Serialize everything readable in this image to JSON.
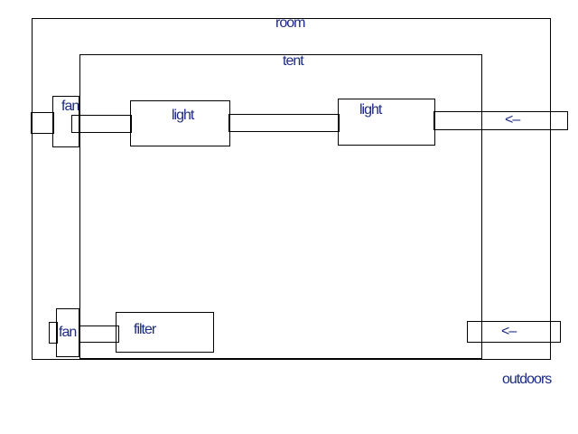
{
  "labels": {
    "room": "room",
    "tent": "tent",
    "fan_top": "fan",
    "light_left": "light",
    "light_right": "light",
    "arrow_top": "<–",
    "fan_bottom": "fan",
    "filter": "filter",
    "arrow_bottom": "<–",
    "outdoors": "outdoors"
  },
  "colors": {
    "text": "#1c2a80",
    "line": "#000000"
  }
}
